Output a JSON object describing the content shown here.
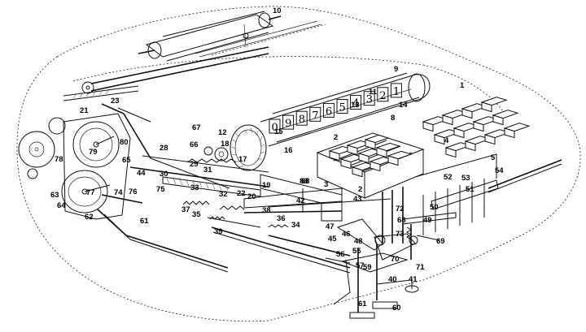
{
  "diagram": {
    "result_register_digits": [
      "0",
      "9",
      "8",
      "7",
      "6",
      "5",
      "4",
      "3",
      "2",
      "1"
    ],
    "labels": {
      "l1": "1",
      "l2": "2",
      "l2b": "2",
      "l3": "3",
      "l4": "4",
      "l5": "5",
      "l8": "8",
      "l9": "9",
      "l10": "10",
      "l11": "11",
      "l12": "12",
      "l13": "13",
      "l14": "14",
      "l15": "15",
      "l16": "16",
      "l17": "17",
      "l18": "18",
      "l19": "19",
      "l20": "20",
      "l21": "21",
      "l22": "22",
      "l23": "23",
      "l28": "28",
      "l29": "29",
      "l30": "30",
      "l31": "31",
      "l32": "32",
      "l33": "33",
      "l34": "34",
      "l35": "35",
      "l36": "36",
      "l37": "37",
      "l38": "38",
      "l39": "39",
      "l40": "40",
      "l41": "41",
      "l42": "42",
      "l43": "43",
      "l44": "44",
      "l45": "45",
      "l46": "46",
      "l47": "47",
      "l48": "48",
      "l49": "49",
      "l50": "50",
      "l51": "51",
      "l52": "52",
      "l53": "53",
      "l54": "54",
      "l55": "55",
      "l56": "56",
      "l57": "57",
      "l59": "59",
      "l60": "60",
      "l61": "61",
      "l61b": "61",
      "l62": "62",
      "l63": "63",
      "l64": "64",
      "l65": "65",
      "l66": "66",
      "l67": "67",
      "l68": "68",
      "l68b": "68",
      "l69": "69",
      "l70": "70",
      "l71": "71",
      "l72": "72",
      "l73": "73",
      "l74": "74",
      "l75": "75",
      "l76": "76",
      "l77": "77",
      "l78": "78",
      "l79": "79",
      "l80": "80",
      "l88": "88"
    }
  }
}
